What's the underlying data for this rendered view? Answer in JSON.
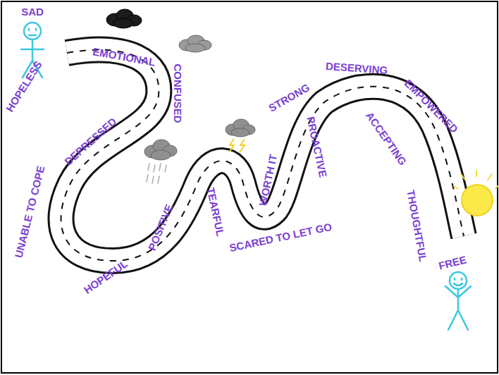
{
  "diagram": {
    "labels": [
      "SAD",
      "HOPELESS",
      "EMOTIONAL",
      "CONFUSED",
      "DEPRESSED",
      "UNABLE TO COPE",
      "HOPEFUL",
      "POSITIVE",
      "TEARFUL",
      "SCARED TO LET GO",
      "WORTH IT",
      "PROACTIVE",
      "STRONG",
      "DESERVING",
      "EMPOWERED",
      "ACCEPTING",
      "THOUGHTFUL",
      "FREE"
    ]
  }
}
